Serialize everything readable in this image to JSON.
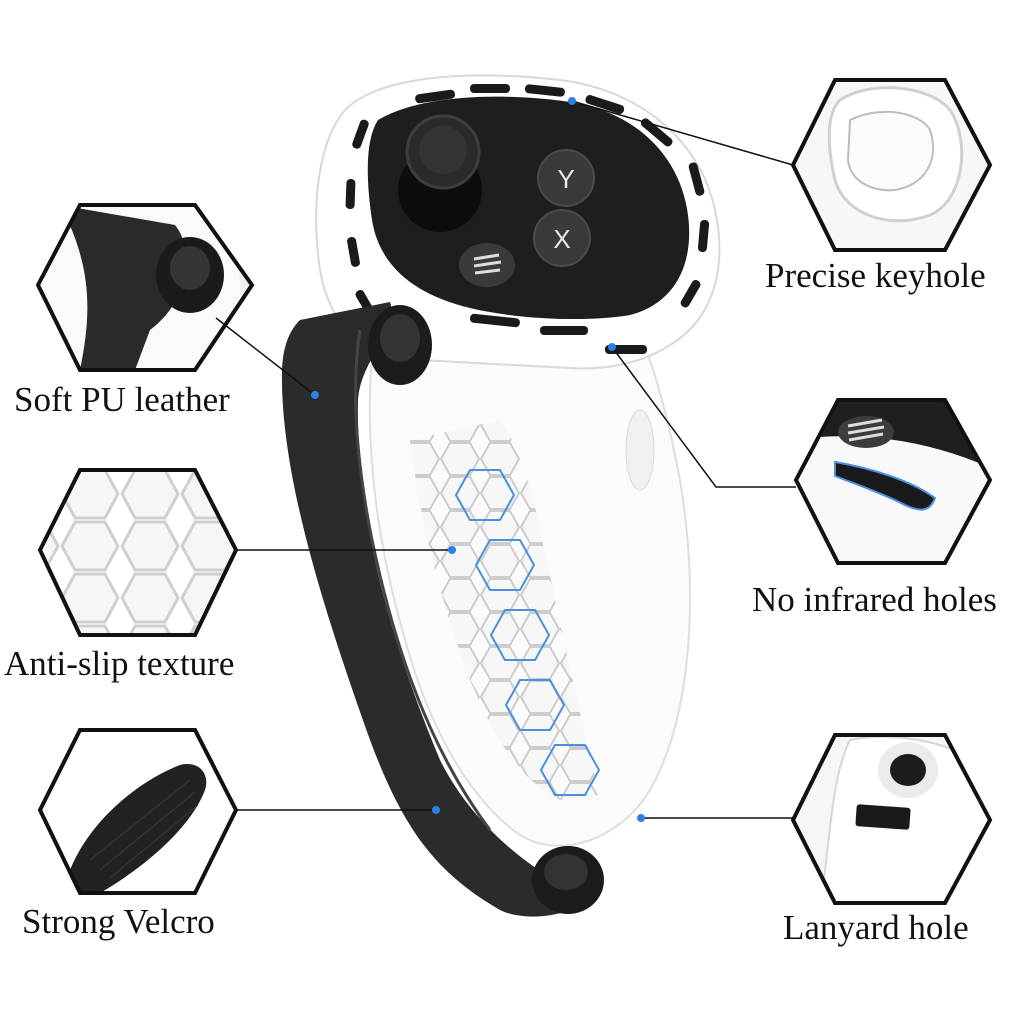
{
  "features": {
    "soft_pu_leather": "Soft PU leather",
    "anti_slip_texture": "Anti-slip texture",
    "strong_velcro": "Strong Velcro",
    "precise_keyhole": "Precise keyhole",
    "no_infrared_holes": "No infrared holes",
    "lanyard_hole": "Lanyard hole"
  },
  "controller": {
    "button_top_label": "Y",
    "button_bottom_label": "X",
    "case_color": "#ffffff",
    "face_color": "#1e1e1e",
    "strap_color": "#2b2b2b"
  },
  "colors": {
    "callout_dot": "#2f7fe6",
    "leader_line": "#111111",
    "hexagon_border": "#111111"
  }
}
